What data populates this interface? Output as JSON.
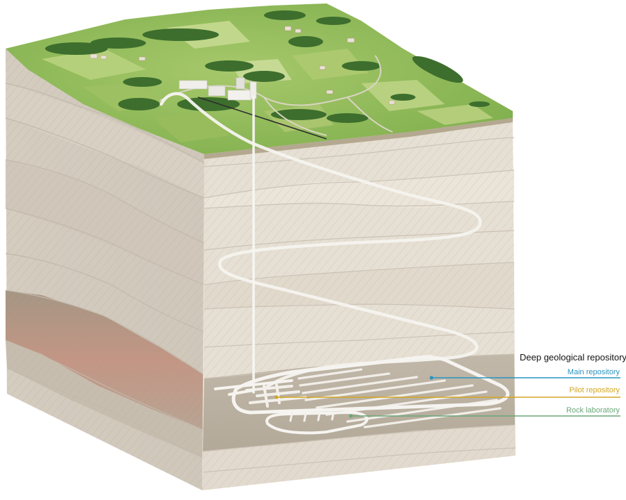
{
  "diagram": {
    "title": "Deep geological repository",
    "components": [
      {
        "key": "main",
        "label": "Main repository",
        "color": "#2a93c0"
      },
      {
        "key": "pilot",
        "label": "Pilot repository",
        "color": "#d3a623"
      },
      {
        "key": "rock",
        "label": "Rock laboratory",
        "color": "#6aa778"
      }
    ]
  },
  "colors": {
    "stone_light": "#e4ddd1",
    "stone_side": "#cdc5b8",
    "host_rock": "#b5ab9c",
    "clay_red": "#c99484",
    "grass": "#8dbb5c",
    "forest": "#3a6b2c",
    "tunnel": "#f4f2ee"
  }
}
